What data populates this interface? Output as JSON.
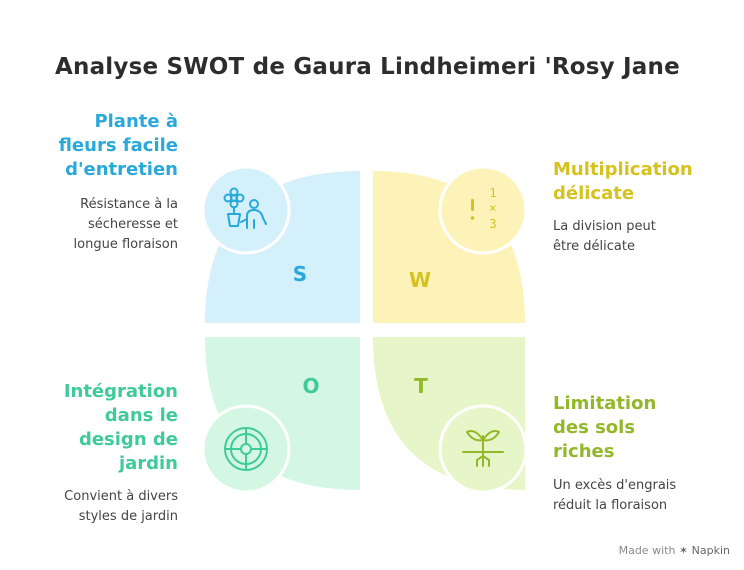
{
  "title": "Analyse SWOT de Gaura Lindheimeri 'Rosy Jane",
  "quadrants": [
    {
      "letter": "S",
      "heading": "Plante à\nfleurs facile\nd'entretien",
      "description": "Résistance à la\nsécheresse et\nlongue floraison",
      "icon": "gardener-flower-icon",
      "color": "#29a9d9",
      "fill": "#d4f0fb"
    },
    {
      "letter": "W",
      "heading": "Multiplication\ndélicate",
      "description": "La division peut\nêtre délicate",
      "icon": "fraction-division-icon",
      "color": "#d6c21f",
      "fill": "#fdf3b8"
    },
    {
      "letter": "O",
      "heading": "Intégration\ndans le\ndesign de\njardin",
      "description": "Convient à divers\nstyles de jardin",
      "icon": "garden-layout-icon",
      "color": "#3fca9a",
      "fill": "#d4f7e4"
    },
    {
      "letter": "T",
      "heading": "Limitation\ndes sols\nriches",
      "description": "Un excès d'engrais\nréduit la floraison",
      "icon": "sprout-roots-icon",
      "color": "#92b82a",
      "fill": "#e7f6c8"
    }
  ],
  "footer": {
    "prefix": "Made with",
    "brand": "Napkin"
  }
}
